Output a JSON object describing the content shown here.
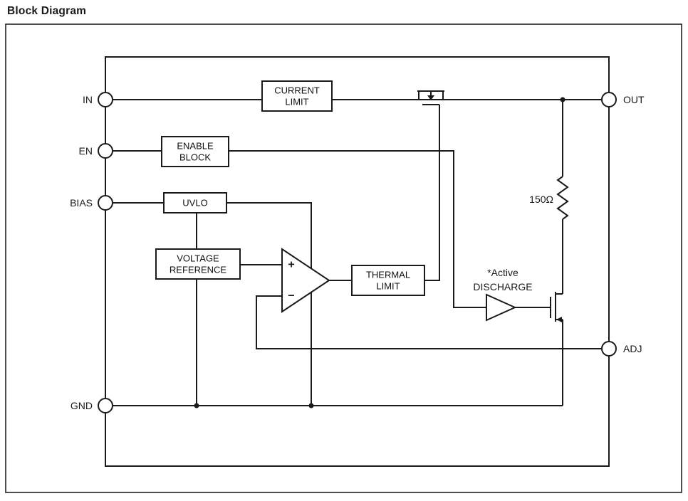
{
  "page": {
    "title": "Block Diagram"
  },
  "diagram": {
    "pins_left": [
      {
        "id": "in",
        "label": "IN"
      },
      {
        "id": "en",
        "label": "EN"
      },
      {
        "id": "bias",
        "label": "BIAS"
      },
      {
        "id": "gnd",
        "label": "GND"
      }
    ],
    "pins_right": [
      {
        "id": "out",
        "label": "OUT"
      },
      {
        "id": "adj",
        "label": "ADJ"
      }
    ],
    "blocks": [
      {
        "id": "current-limit",
        "lines": [
          "CURRENT",
          "LIMIT"
        ]
      },
      {
        "id": "enable-block",
        "lines": [
          "ENABLE",
          "BLOCK"
        ]
      },
      {
        "id": "uvlo",
        "lines": [
          "UVLO"
        ]
      },
      {
        "id": "voltage-reference",
        "lines": [
          "VOLTAGE",
          "REFERENCE"
        ]
      },
      {
        "id": "thermal-limit",
        "lines": [
          "THERMAL",
          "LIMIT"
        ]
      }
    ],
    "labels": {
      "resistor_value": "150Ω",
      "active_discharge_line1": "*Active",
      "active_discharge_line2": "DISCHARGE",
      "opamp_plus": "+",
      "opamp_minus": "−"
    },
    "colors": {
      "line": "#1a1a1a",
      "background": "#ffffff"
    }
  }
}
